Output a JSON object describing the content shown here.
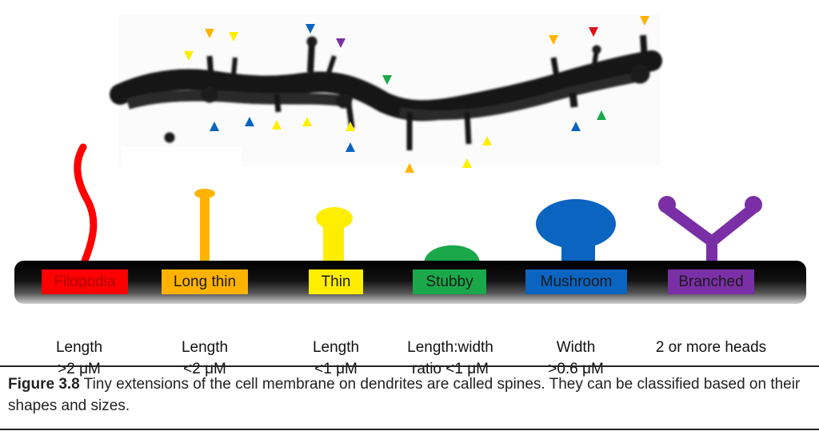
{
  "spine_types": [
    {
      "label": "Filopodia",
      "desc_line1": "Length",
      "desc_line2": ">2 μM",
      "color": "#ff0000",
      "text_color": "#b00000"
    },
    {
      "label": "Long thin",
      "desc_line1": "Length",
      "desc_line2": "<2 μM",
      "color": "#ffb300",
      "text_color": "#1a1a1a"
    },
    {
      "label": "Thin",
      "desc_line1": "Length",
      "desc_line2": "<1 μM",
      "color": "#ffee00",
      "text_color": "#1a1a1a"
    },
    {
      "label": "Stubby",
      "desc_line1": "Length:width",
      "desc_line2": "ratio <1 μM",
      "color": "#1aa84a",
      "text_color": "#1a1a1a"
    },
    {
      "label": "Mushroom",
      "desc_line1": "Width",
      "desc_line2": ">0.6 μM",
      "color": "#0a64c0",
      "text_color": "#1a1a1a"
    },
    {
      "label": "Branched",
      "desc_line1": "2 or more heads",
      "desc_line2": "",
      "color": "#7b2fa6",
      "text_color": "#1a1a1a"
    }
  ],
  "caption": {
    "figure_label": "Figure 3.8",
    "text": " Tiny extensions of the cell membrane on dendrites are called spines. They can be classified based on their shapes and sizes."
  },
  "icons": [
    "arrowhead-icon"
  ]
}
